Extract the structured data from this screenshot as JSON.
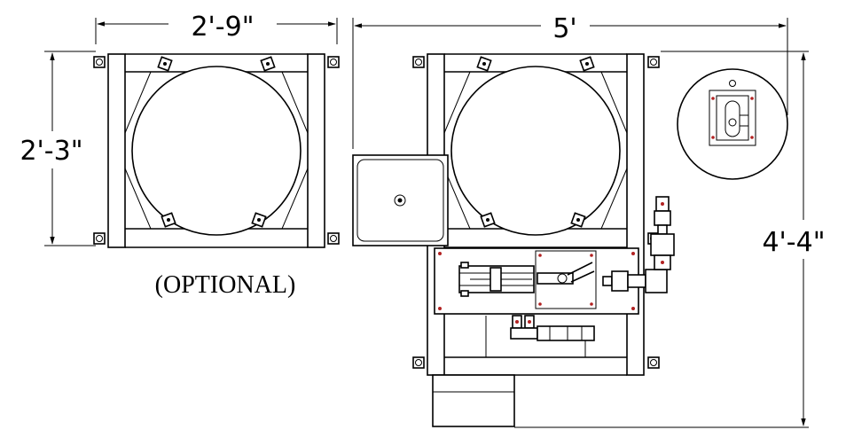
{
  "dimensions": {
    "optional_width": "2'-9\"",
    "optional_depth": "2'-3\"",
    "main_width": "5'",
    "main_depth": "4'-4\""
  },
  "labels": {
    "optional": "(OPTIONAL)"
  },
  "colors": {
    "line": "#000000",
    "background": "#ffffff",
    "fitting_accent": "#b22222"
  }
}
